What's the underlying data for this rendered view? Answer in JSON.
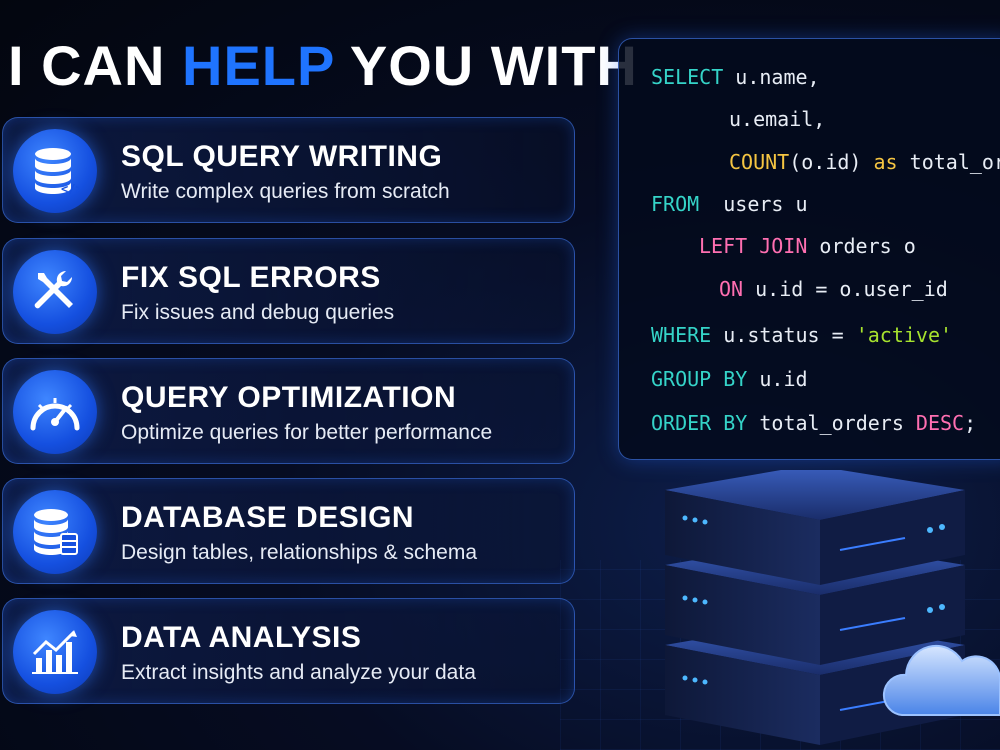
{
  "headline": {
    "part1": "I CAN ",
    "highlight": "HELP",
    "part2": " YOU WITH"
  },
  "services": [
    {
      "title": "SQL QUERY WRITING",
      "desc": "Write complex queries from scratch",
      "icon": "database-icon"
    },
    {
      "title": "FIX SQL ERRORS",
      "desc": "Fix issues and debug queries",
      "icon": "tools-icon"
    },
    {
      "title": "QUERY OPTIMIZATION",
      "desc": "Optimize queries for better performance",
      "icon": "speedometer-icon"
    },
    {
      "title": "DATABASE DESIGN",
      "desc": "Design tables, relationships & schema",
      "icon": "database-design-icon"
    },
    {
      "title": "DATA ANALYSIS",
      "desc": "Extract insights and analyze your data",
      "icon": "chart-icon"
    }
  ],
  "code": {
    "l1_kw": "SELECT",
    "l1_tx": " u.name,",
    "l2_tx": "u.email,",
    "l3_fn": "COUNT",
    "l3_tx": "(o.id) ",
    "l3_kw": "as",
    "l3_tx2": " total_orders",
    "l4_kw": "FROM",
    "l4_tx": "  users u",
    "l5_pk": "LEFT JOIN",
    "l5_tx": " orders o",
    "l6_pk": "ON",
    "l6_tx": " u.id = o.user_id",
    "l7_kw": "WHERE",
    "l7_tx": " u.status = ",
    "l7_str": "'active'",
    "l8_kw": "GROUP BY",
    "l8_tx": " u.id",
    "l9_kw": "ORDER BY",
    "l9_tx": " total_orders ",
    "l9_pk": "DESC",
    "l9_tx2": ";"
  },
  "colors": {
    "accent": "#1f74ff",
    "keyword": "#35d4c8",
    "function": "#f5c542",
    "join": "#ff6fb1",
    "string": "#a6e22e"
  }
}
